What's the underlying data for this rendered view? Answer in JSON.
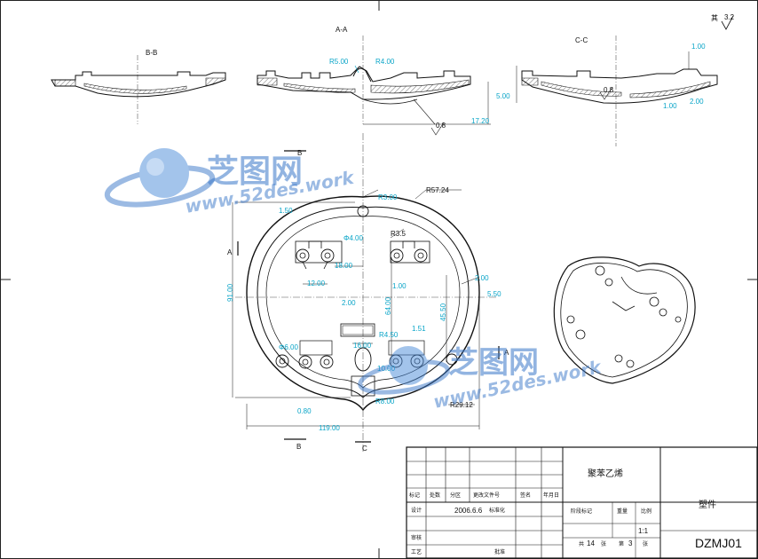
{
  "views": {
    "bb": "B-B",
    "aa": "A-A",
    "cc": "C-C",
    "sec_b": "B",
    "sec_c": "C",
    "sec_a": "A"
  },
  "roughness": {
    "corner": "3.2",
    "aa": "0.8",
    "cc": "0.8"
  },
  "dims": {
    "aa_r5": "R5.00",
    "aa_r4": "R4.00",
    "aa_1720": "17.20",
    "cc_100a": "1.00",
    "cc_500": "5.00",
    "cc_100b": "1.00",
    "cc_200": "2.00",
    "r300": "R3.00",
    "r5724": "R57.24",
    "d150": "1.50",
    "phi400": "Φ4.00",
    "r35": "R3.5",
    "d1800": "18.00",
    "d1200": "12.00",
    "d200a": "2.00",
    "d550": "5.50",
    "d100": "1.00",
    "d6400": "64.00",
    "d9100": "91.00",
    "d4550": "45.50",
    "d200b": "2.00",
    "d1600": "16.00",
    "r450": "R4.50",
    "d151": "1.51",
    "phi600": "Φ6.00",
    "d1000": "10.00",
    "d080": "0.80",
    "r800": "R8.00",
    "r2912": "R29.12",
    "d11900": "119.00"
  },
  "watermark": {
    "cn": "芝图网",
    "url": "www.52des.work"
  },
  "title_block": {
    "part_name": "聚苯乙烯",
    "category": "塑件",
    "drawing_no": "DZMJ01",
    "scale": "1:1",
    "date": "2006.6.6",
    "h_biaoji": "标记",
    "h_chushu": "处数",
    "h_fenqu": "分区",
    "h_gengai": "更改文件号",
    "h_qianming": "签名",
    "h_nianyueri": "年月日",
    "h_sheji": "设计",
    "h_biaozhunhua": "标准化",
    "h_jieduan": "阶段标记",
    "h_zhongliang": "重量",
    "h_bili": "比例",
    "h_shenhe": "审核",
    "h_gongyi": "工艺",
    "h_pizhun": "批准",
    "h_gong": "共",
    "h_zhang1": "张",
    "h_di": "第",
    "h_zhang2": "张",
    "sheets_total": "14",
    "sheet_no": "3"
  }
}
